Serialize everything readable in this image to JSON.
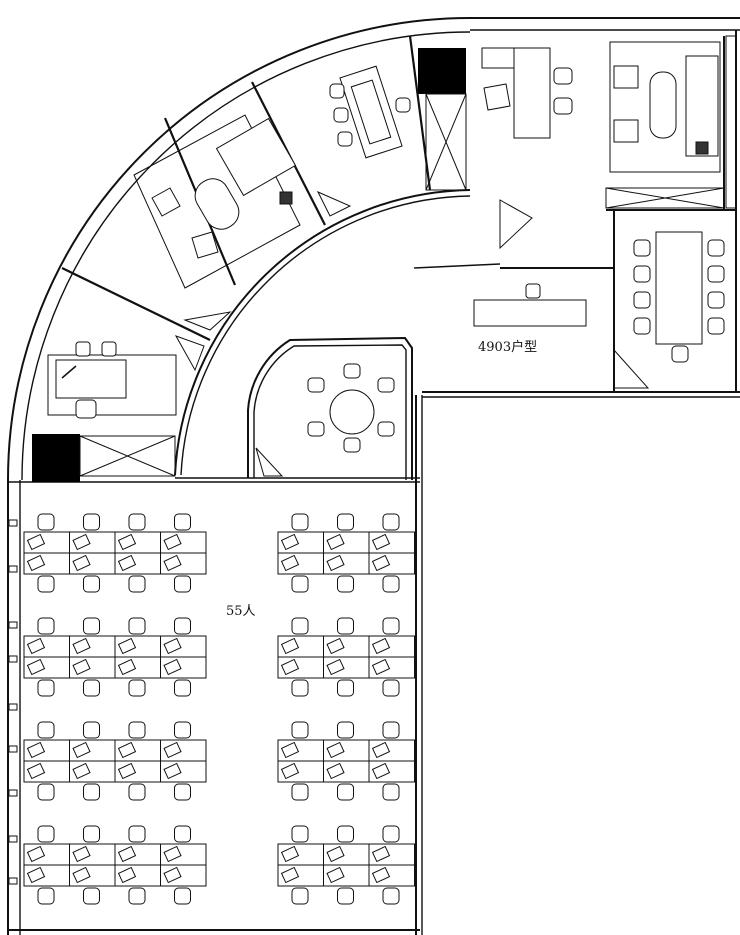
{
  "plan": {
    "unit_label": "4903户型",
    "capacity_label": "55人"
  },
  "colors": {
    "line": "#111111",
    "fill": "#ffffff",
    "column": "#000000"
  },
  "icons": {
    "armchair": "armchair-icon",
    "chair": "chair-icon",
    "laptop": "laptop-icon",
    "plant": "plant-icon"
  },
  "desk_layout": {
    "left_cluster_rows": 4,
    "right_cluster_rows": 4,
    "left_cluster_columns": 4,
    "right_cluster_columns": 3
  }
}
